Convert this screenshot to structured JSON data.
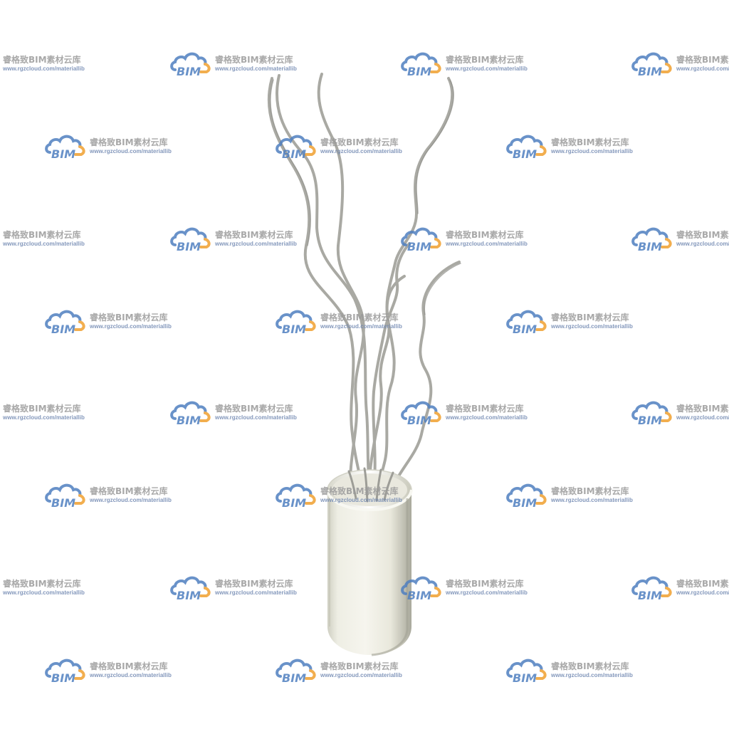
{
  "image": {
    "subject": "vase-with-curly-willow-branches",
    "colors": {
      "background": "#ffffff",
      "vase_light": "#f4f3ea",
      "vase_shadow": "#b8b8a8",
      "branch": "#a9a9a3",
      "branch_dark": "#7d7d78"
    }
  },
  "watermark": {
    "logo_text": "BIM",
    "title": "睿格致BIM素材云库",
    "url": "www.rgzcloud.com/materiallib",
    "colors": {
      "logo_blue": "#4f7fc0",
      "logo_orange": "#f0a030",
      "text_gray": "#9a9a9a"
    }
  }
}
